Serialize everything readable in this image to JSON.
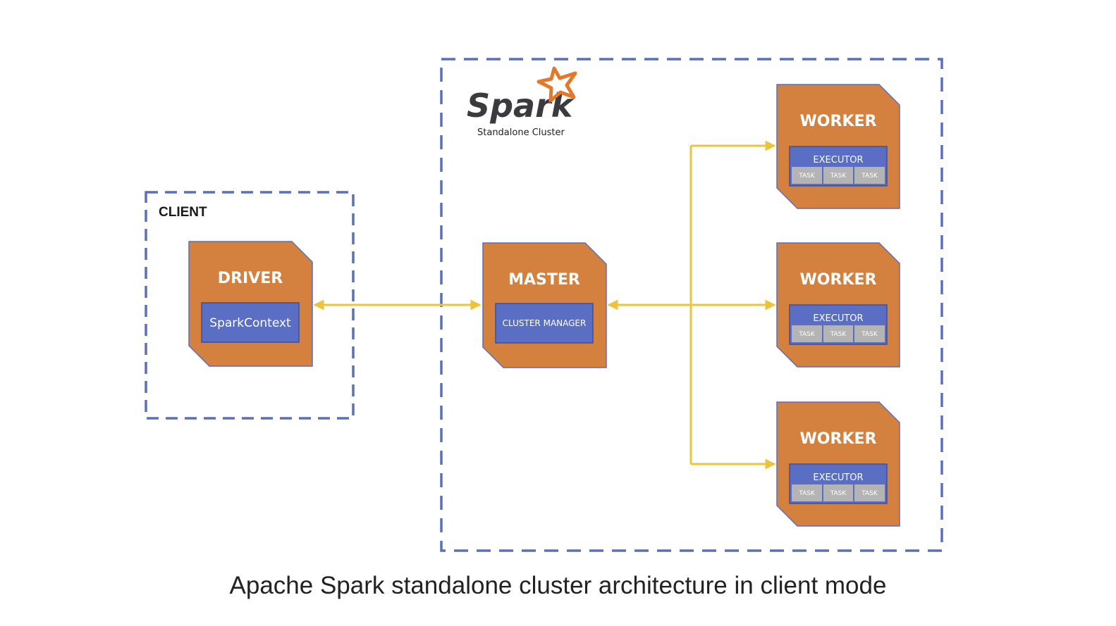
{
  "client": {
    "label": "CLIENT"
  },
  "driver": {
    "title": "DRIVER",
    "context": "SparkContext"
  },
  "cluster": {
    "logo_text": "Spark",
    "logo_subtitle": "Standalone Cluster"
  },
  "master": {
    "title": "MASTER",
    "manager": "CLUSTER MANAGER"
  },
  "workers": [
    {
      "title": "WORKER",
      "executor": "EXECUTOR",
      "tasks": [
        "TASK",
        "TASK",
        "TASK"
      ]
    },
    {
      "title": "WORKER",
      "executor": "EXECUTOR",
      "tasks": [
        "TASK",
        "TASK",
        "TASK"
      ]
    },
    {
      "title": "WORKER",
      "executor": "EXECUTOR",
      "tasks": [
        "TASK",
        "TASK",
        "TASK"
      ]
    }
  ],
  "caption": "Apache Spark standalone cluster architecture in client mode",
  "colors": {
    "node_fill": "#d48140",
    "inner_fill": "#5a6ec4",
    "task_fill": "#b4b4b4",
    "dashed_border": "#5b6fba",
    "arrow": "#ecc43c",
    "logo_star": "#e4782a"
  }
}
